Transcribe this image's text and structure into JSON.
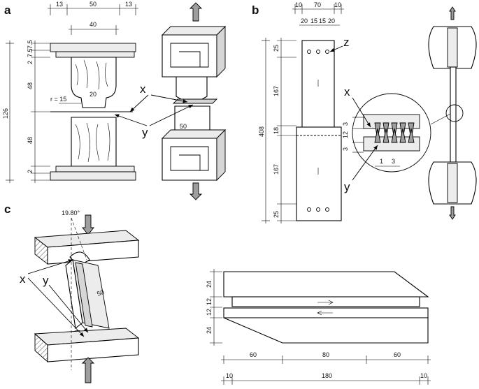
{
  "panels": {
    "a": {
      "label": "a",
      "dims_top": [
        "13",
        "50",
        "13"
      ],
      "dim_inner": "40",
      "dims_left": [
        "7.5",
        "7.5",
        "2",
        "48",
        "48",
        "2"
      ],
      "dim_total": "126",
      "radius": "r = 15",
      "neck": "20",
      "shear_len": "50",
      "callouts": [
        "x",
        "y"
      ]
    },
    "b": {
      "label": "b",
      "dims_top_row1": [
        "10",
        "70",
        "10"
      ],
      "dims_top_row2": [
        "20",
        "15",
        "15",
        "20"
      ],
      "dims_left": [
        "25",
        "167",
        "18",
        "167",
        "25"
      ],
      "dim_total": "408",
      "detail_dims": [
        "3",
        "12",
        "3"
      ],
      "detail_bottom": [
        "1",
        "3"
      ],
      "callouts": [
        "z",
        "x",
        "y"
      ]
    },
    "c": {
      "label": "c",
      "angle": "19.80°",
      "shear_len": "50",
      "callouts": [
        "x",
        "y"
      ],
      "dims_left": [
        "24",
        "12",
        "12",
        "24"
      ],
      "dims_bottom_row1": [
        "60",
        "80",
        "60"
      ],
      "dims_bottom_row2": [
        "10",
        "180",
        "10"
      ]
    }
  },
  "colors": {
    "line": "#000000",
    "fill_grey": "#d6d6d6",
    "arrow_grey": "#6e6e6e"
  }
}
